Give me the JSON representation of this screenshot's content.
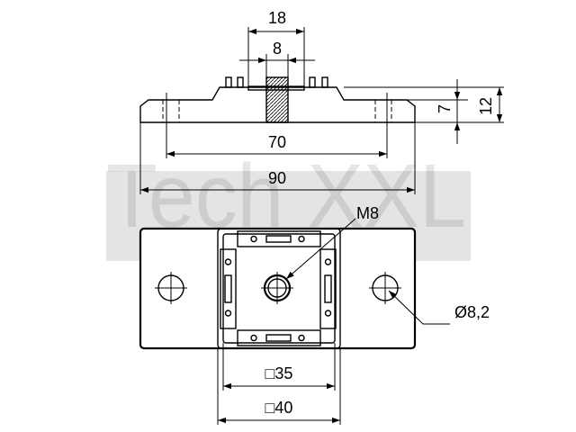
{
  "watermark": {
    "text": "Tech XXL",
    "color": "#e4e4e4"
  },
  "dimensions": {
    "top_width_outer": "18",
    "top_width_inner": "8",
    "height_small": "7",
    "height_total": "12",
    "hole_spacing": "70",
    "overall_length": "90",
    "thread": "M8",
    "hole_diameter": "Ø8,2",
    "square_inner": "□35",
    "square_outer": "□40"
  },
  "colors": {
    "line": "#000000",
    "background": "#ffffff"
  }
}
